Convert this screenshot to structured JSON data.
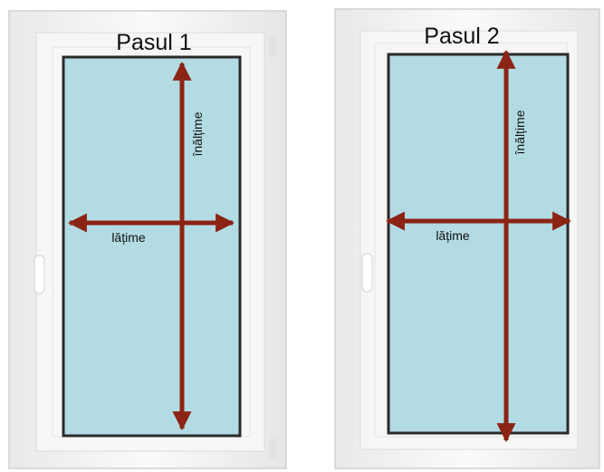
{
  "panels": [
    {
      "step_label": "Pasul 1",
      "height_label": "înălțime",
      "width_label": "lățime"
    },
    {
      "step_label": "Pasul 2",
      "height_label": "înălțime",
      "width_label": "lățime"
    }
  ],
  "colors": {
    "frame": "#f4f4f4",
    "frame_edge": "#d2d2d2",
    "glass": "#b3dbe4",
    "glass_border": "#2a2a2a",
    "arrow": "#8b2415"
  }
}
